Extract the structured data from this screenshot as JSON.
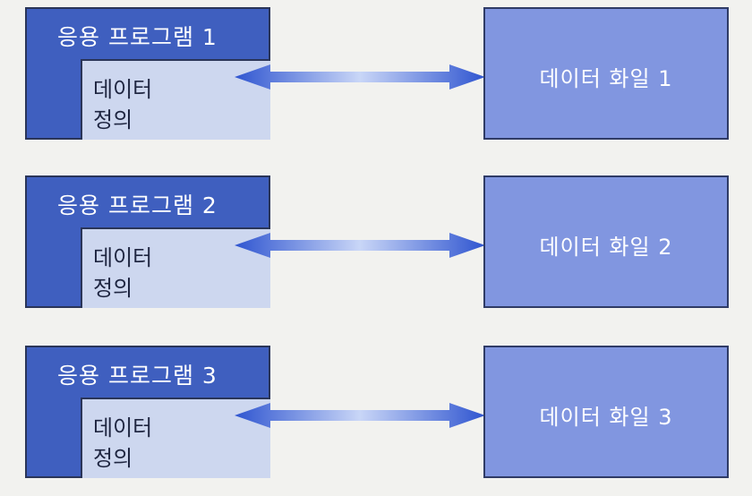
{
  "rows": [
    {
      "app": "응용 프로그램 1",
      "def_line1": "데이터",
      "def_line2": "정의",
      "file": "데이터 화일 1"
    },
    {
      "app": "응용 프로그램 2",
      "def_line1": "데이터",
      "def_line2": "정의",
      "file": "데이터 화일 2"
    },
    {
      "app": "응용 프로그램 3",
      "def_line1": "데이터",
      "def_line2": "정의",
      "file": "데이터 화일 3"
    }
  ],
  "colors": {
    "app_fill": "#3f5fbf",
    "definition_fill": "#cdd7ef",
    "file_fill": "#8196e0",
    "arrow": "#3a5ccc"
  }
}
